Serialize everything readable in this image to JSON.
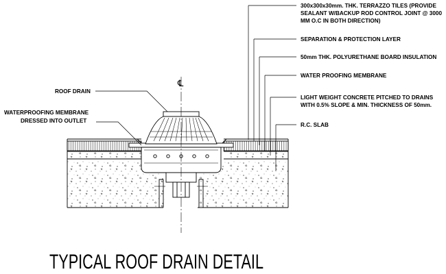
{
  "title": "TYPICAL ROOF DRAIN DETAIL",
  "centerline_symbol": "℄",
  "labels": {
    "terrazzo": [
      "300x300x30mm. THK. TERRAZZO TILES (PROVIDE",
      "SEALANT W/BACKUP ROD CONTROL JOINT @ 3000",
      "MM O.C IN BOTH DIRECTION)"
    ],
    "separation": [
      "SEPARATION & PROTECTION LAYER"
    ],
    "insulation": [
      "50mm THK. POLYURETHANE BOARD INSULATION"
    ],
    "waterproofing": [
      "WATER PROOFING MEMBRANE"
    ],
    "concrete": [
      "LIGHT WEIGHT CONCRETE PITCHED TO DRAINS",
      "WITH 0.5% SLOPE & MIN. THICKNESS OF 50mm."
    ],
    "slab": [
      "R.C. SLAB"
    ],
    "roof_drain": [
      "ROOF DRAIN"
    ],
    "membrane_outlet": [
      "WATERPROOFING MEMBRANE",
      "DRESSED INTO OUTLET"
    ]
  }
}
